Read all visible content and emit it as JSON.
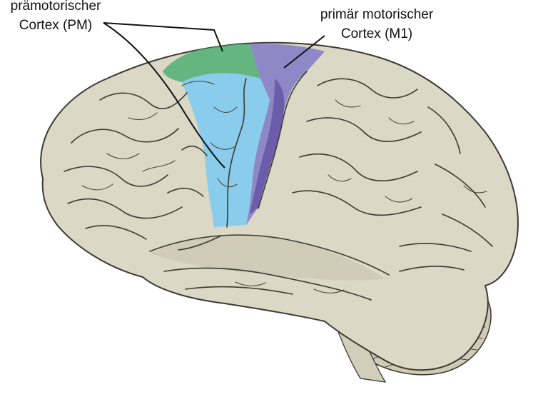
{
  "labels": {
    "pm_line1": "prämotorischer",
    "pm_line2": "Cortex (PM)",
    "m1_line1": "primär motorischer",
    "m1_line2": "Cortex (M1)"
  },
  "colors": {
    "brain": "#dbd8c5",
    "brain_shadow": "#c7c3ad",
    "premotor_blue": "#86cbee",
    "premotor_green": "#4faf72",
    "motor_purple": "#8a84c6",
    "motor_dark": "#5d4ba0",
    "outline": "#3b3a34"
  }
}
